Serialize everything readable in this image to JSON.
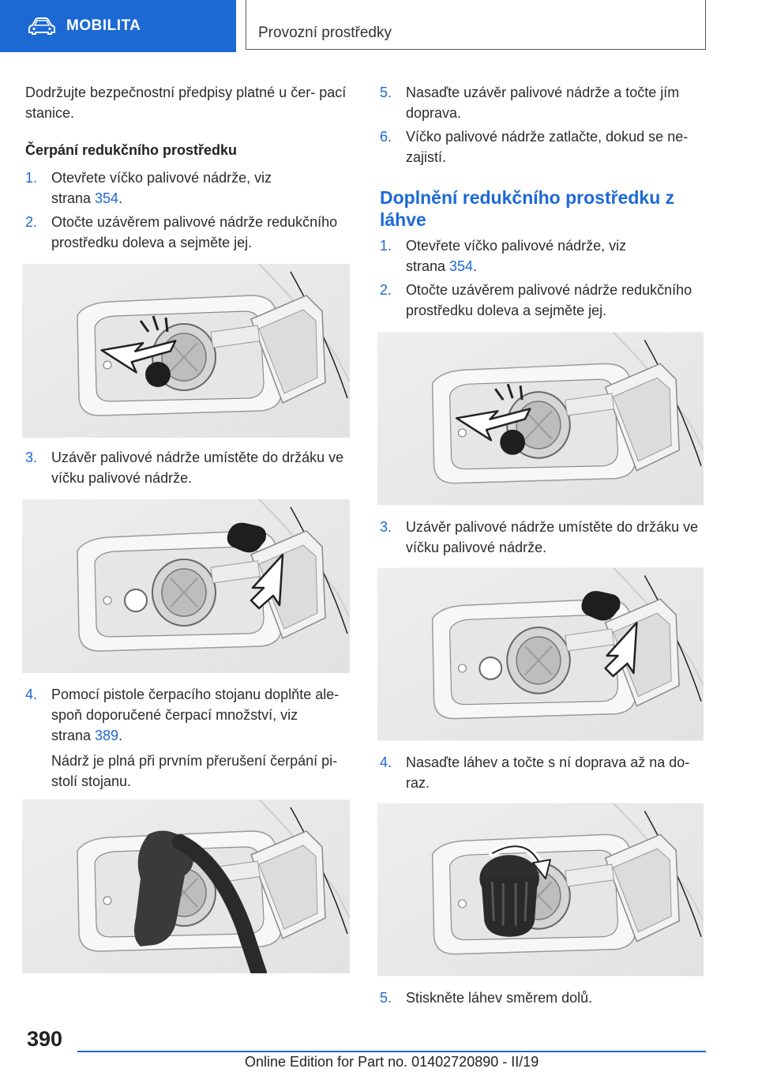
{
  "header": {
    "tab_label": "MOBILITA",
    "tab_icon": "car-icon",
    "section_title": "Provozní prostředky",
    "accent_color": "#1c69d4"
  },
  "left": {
    "intro": "Dodržujte bezpečnostní předpisy platné u čer- pací stanice.",
    "subheading": "Čerpání redukčního prostředku",
    "steps": [
      {
        "num": "1.",
        "text": "Otevřete víčko palivové nádrže, viz",
        "text2": "strana ",
        "link": "354",
        "after": "."
      },
      {
        "num": "2.",
        "text": "Otočte uzávěrem palivové nádrže redukčního prostředku doleva a sejměte jej."
      },
      {
        "num": "3.",
        "text": "Uzávěr palivové nádrže umístěte do držáku ve víčku palivové nádrže."
      },
      {
        "num": "4.",
        "text": "Pomocí pistole čerpacího stojanu doplňte ale- spoň doporučené čerpací množství, viz",
        "text2": "strana ",
        "link": "389",
        "after": "."
      }
    ],
    "note": "Nádrž je plná při prvním přerušení čerpání pi- stolí stojanu."
  },
  "right": {
    "steps_a": [
      {
        "num": "5.",
        "text": "Nasaďte uzávěr palivové nádrže a točte jím doprava."
      },
      {
        "num": "6.",
        "text": "Víčko palivové nádrže zatlačte, dokud se ne- zajistí."
      }
    ],
    "heading": "Doplnění redukčního prostředku z láhve",
    "steps_b": [
      {
        "num": "1.",
        "text": "Otevřete víčko palivové nádrže, viz",
        "text2": "strana ",
        "link": "354",
        "after": "."
      },
      {
        "num": "2.",
        "text": "Otočte uzávěrem palivové nádrže redukčního prostředku doleva a sejměte jej."
      },
      {
        "num": "3.",
        "text": "Uzávěr palivové nádrže umístěte do držáku ve víčku palivové nádrže."
      },
      {
        "num": "4.",
        "text": "Nasaďte láhev a točte s ní doprava až na do- raz."
      },
      {
        "num": "5.",
        "text": "Stiskněte láhev směrem dolů."
      }
    ]
  },
  "footer": {
    "page_number": "390",
    "edition": "Online Edition for Part no. 01402720890 - II/19"
  }
}
